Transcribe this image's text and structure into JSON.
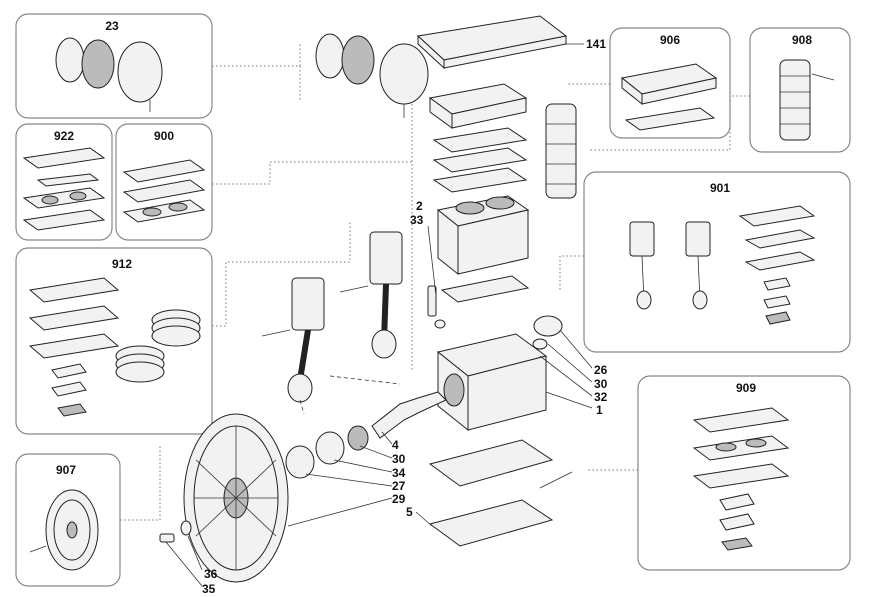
{
  "kits": [
    {
      "id": "kit-23",
      "label": "23"
    },
    {
      "id": "kit-922",
      "label": "922"
    },
    {
      "id": "kit-900",
      "label": "900"
    },
    {
      "id": "kit-912",
      "label": "912"
    },
    {
      "id": "kit-907",
      "label": "907"
    },
    {
      "id": "kit-906",
      "label": "906"
    },
    {
      "id": "kit-908",
      "label": "908"
    },
    {
      "id": "kit-901",
      "label": "901"
    },
    {
      "id": "kit-909",
      "label": "909"
    }
  ],
  "callouts": [
    "141",
    "2",
    "33",
    "26",
    "30",
    "32",
    "1",
    "4",
    "30",
    "34",
    "27",
    "29",
    "5",
    "36",
    "35"
  ]
}
